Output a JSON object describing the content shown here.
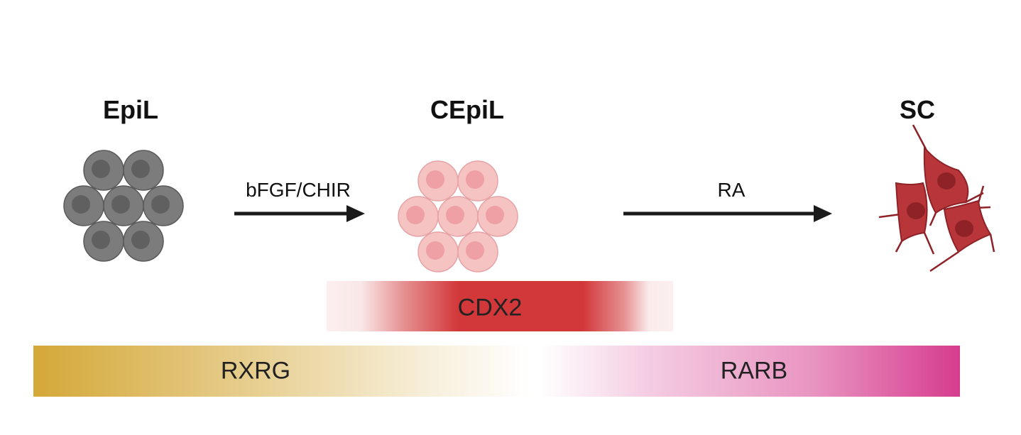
{
  "stages": {
    "epil": {
      "label": "EpiL"
    },
    "cepil": {
      "label": "CEpiL"
    },
    "sc": {
      "label": "SC"
    }
  },
  "transitions": {
    "first": {
      "label": "bFGF/CHIR"
    },
    "second": {
      "label": "RA"
    }
  },
  "markers": {
    "cdx2": {
      "label": "CDX2",
      "color": "#d2383a"
    },
    "rxrg": {
      "label": "RXRG",
      "color": "#d4a838"
    },
    "rarb": {
      "label": "RARB",
      "color": "#d63c8e"
    }
  },
  "colors": {
    "epil_cell": "#7c7c7c",
    "epil_nucleus": "#606060",
    "cepil_cell": "#f6c3c3",
    "cepil_nucleus": "#eea0a4",
    "sc_cell": "#b8363a",
    "sc_nucleus": "#8e2227",
    "arrow": "#1a1a1a"
  }
}
